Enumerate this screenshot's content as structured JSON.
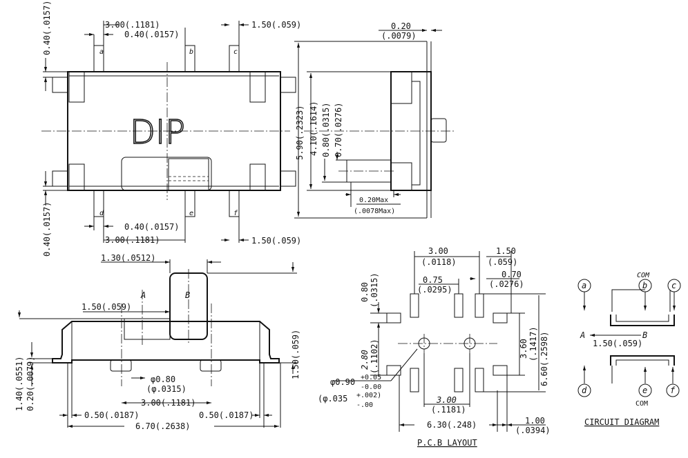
{
  "top_view": {
    "dim_pitch_top": "3.00(.1181)",
    "dim_pin_w_top": "0.40(.0157)",
    "dim_pin_edge_top": "1.50(.059)",
    "dim_pin_len_top": "0.40(.0157)",
    "dim_pin_w_bot": "0.40(.0157)",
    "dim_pitch_bot": "3.00(.1181)",
    "dim_pin_edge_bot": "1.50(.059)",
    "dim_pin_len_bot": "0.40(.0157)",
    "label_mark": "DIP",
    "pins": [
      "a",
      "b",
      "c",
      "d",
      "e",
      "f"
    ]
  },
  "side_view": {
    "dim_thick_top": "0.20",
    "dim_thick_bot": "(.0079)",
    "dim_width": "5.90(.2323)",
    "dim_body": "4.10(.1614)",
    "dim_a": "0.80(.0315)",
    "dim_b": "0.70(.0276)",
    "dim_max_top": "0.20Max",
    "dim_max_bot": "(.0078Max)"
  },
  "front_view": {
    "dim_act": "1.30(.0512)",
    "label_a": "A",
    "label_b": "B",
    "dim_travel": "1.50(.059)",
    "dim_height": "1.50(.059)",
    "dim_left_1": "1.40(.0551)",
    "dim_left_2": "0.20(.0079)",
    "dim_peg_top": "φ0.80",
    "dim_peg_bot": "(φ.0315)",
    "dim_peg_pitch": "3.00(.1181)",
    "dim_edge_l": "0.50(.0187)",
    "dim_edge_r": "0.50(.0187)",
    "dim_total": "6.70(.2638)"
  },
  "pcb_layout": {
    "title": "P.C.B LAYOUT",
    "dim_300_top": "3.00",
    "dim_300_bot": "(.0118)",
    "dim_150_top": "1.50",
    "dim_150_bot": "(.059)",
    "dim_075_top": "0.75",
    "dim_075_bot": "(.0295)",
    "dim_070_top": "0.70",
    "dim_070_bot": "(.0276)",
    "dim_080_top": "0.80",
    "dim_080_bot": "(.0315)",
    "dim_280_top": "2.80",
    "dim_280_bot": "(.1102)",
    "dim_360_top": "3.60",
    "dim_360_bot": "(.1417)",
    "dim_660": "6.60(.2598)",
    "dim_hole_a": "φ0.90",
    "dim_hole_a_tol_top": "+0.05",
    "dim_hole_a_tol_bot": "-0.00",
    "dim_hole_b": "(φ.035",
    "dim_hole_b_tol_top": "+.002)",
    "dim_hole_b_tol_bot": "-.00",
    "dim_300b_top": "3.00",
    "dim_300b_bot": "(.1181)",
    "dim_630": "6.30(.248)",
    "dim_100_top": "1.00",
    "dim_100_bot": "(.0394)"
  },
  "circuit": {
    "title": "CIRCUIT DIAGRAM",
    "com_top": "COM",
    "com_bot": "COM",
    "label_a": "A",
    "label_b": "B",
    "dim_travel": "1.50(.059)",
    "pins": [
      "a",
      "b",
      "c",
      "d",
      "e",
      "f"
    ]
  }
}
